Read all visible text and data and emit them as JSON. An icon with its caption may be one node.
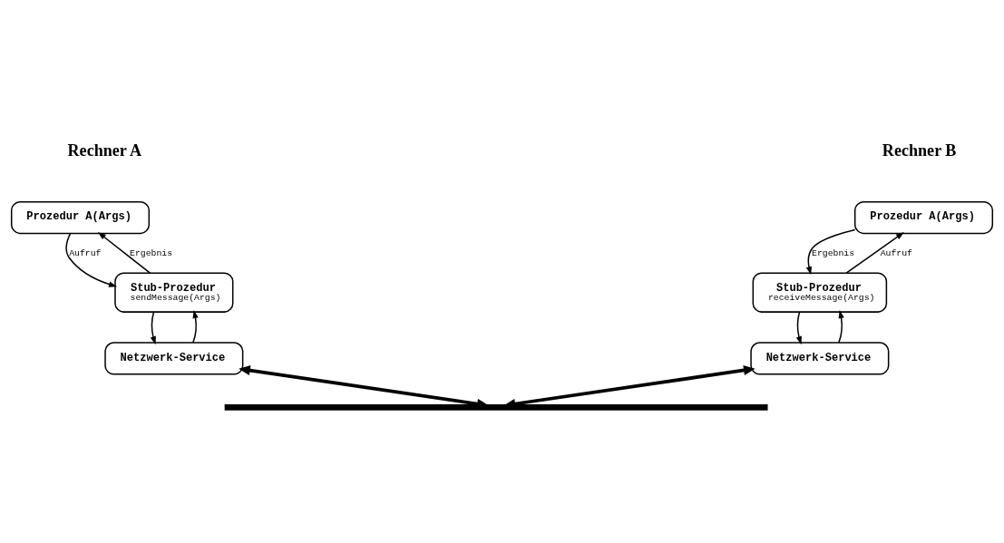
{
  "diagram": {
    "nodes": [
      {
        "text": [
          "Prozedur A(Args)"
        ]
      },
      {
        "text": [
          "Stub-Prozedur",
          "sendMessage(Args)"
        ]
      },
      {
        "text": [
          "Netzwerk-Service"
        ]
      },
      {
        "text": [
          "Prozedur A(Args)"
        ]
      },
      {
        "text": [
          "Stub-Prozedur",
          "receiveMessage(Args)"
        ]
      },
      {
        "text": [
          "Netzwerk-Service"
        ]
      },
      {
        "text": [],
        "shape": "bar"
      }
    ],
    "edges": [
      {
        "from": 0,
        "to": 1,
        "arrow": "to",
        "label": "Aufruf"
      },
      {
        "from": 1,
        "to": 0,
        "arrow": "to",
        "label": "Ergebnis"
      },
      {
        "from": 1,
        "to": 2,
        "arrow": "to"
      },
      {
        "from": 2,
        "to": 1,
        "arrow": "to"
      },
      {
        "from": 4,
        "to": 3,
        "arrow": "to",
        "label": "Aufruf"
      },
      {
        "from": 3,
        "to": 4,
        "arrow": "to",
        "label": "Ergebnis"
      },
      {
        "from": 5,
        "to": 4,
        "arrow": "to"
      },
      {
        "from": 4,
        "to": 5,
        "arrow": "to"
      },
      {
        "from": 2,
        "to": 6,
        "arrow": "both",
        "style": "thick"
      },
      {
        "from": 5,
        "to": 6,
        "arrow": "both",
        "style": "thick"
      }
    ],
    "labels": [
      "Rechner A",
      "Rechner B"
    ]
  }
}
